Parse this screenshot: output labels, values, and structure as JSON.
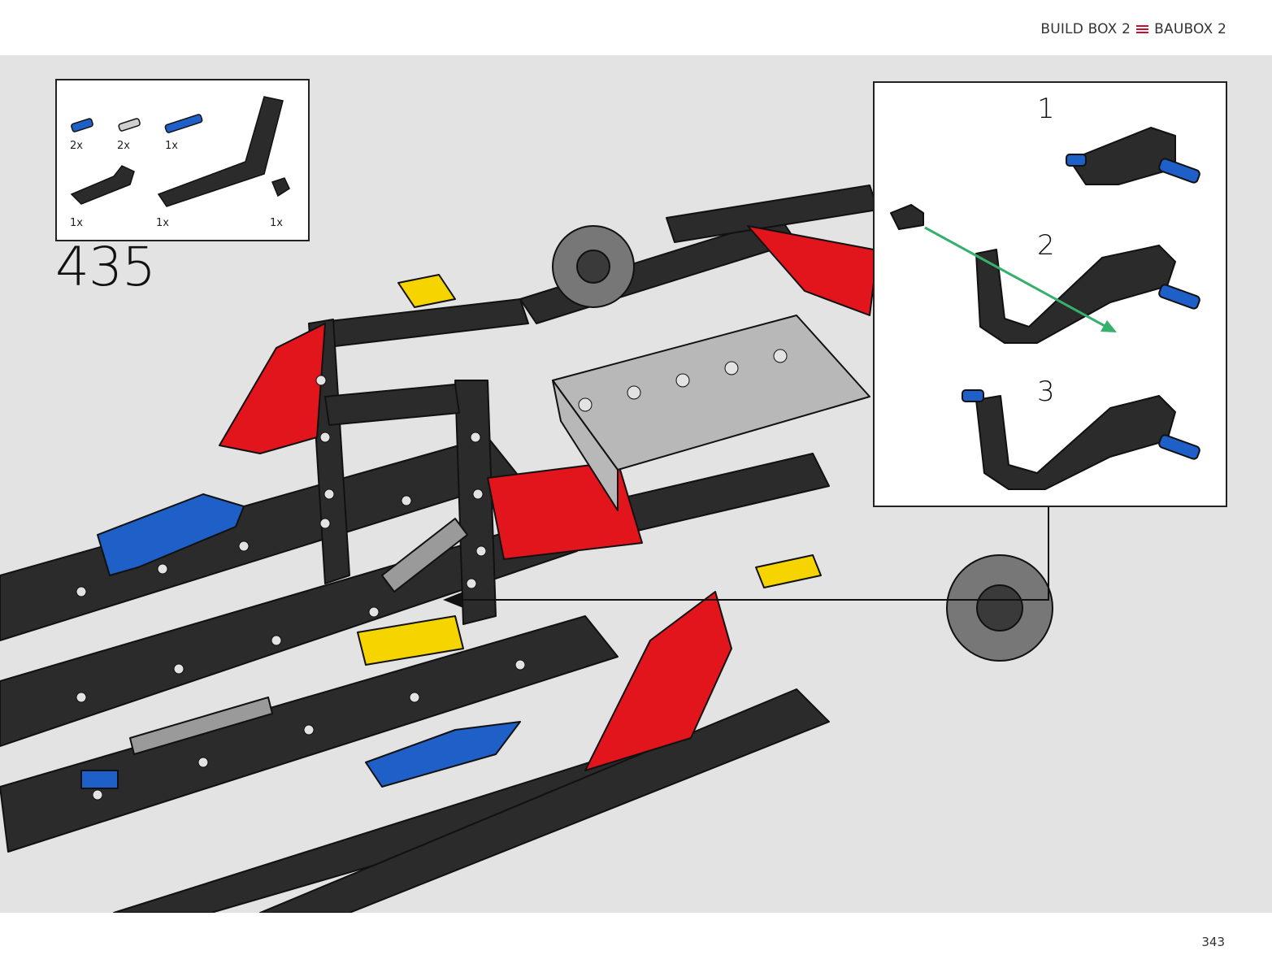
{
  "header": {
    "build_box_en": "BUILD BOX 2",
    "build_box_de": "BAUBOX 2",
    "separator_icon": "hamburger-icon",
    "accent_color": "#c8102e"
  },
  "step": {
    "number": "435"
  },
  "parts_list": [
    {
      "quantity": "2x",
      "icon": "blue-pin-icon"
    },
    {
      "quantity": "2x",
      "icon": "gray-axle-pin-icon"
    },
    {
      "quantity": "1x",
      "icon": "blue-long-pin-icon"
    },
    {
      "quantity": "1x",
      "icon": "black-l-beam-icon"
    },
    {
      "quantity": "1x",
      "icon": "black-bent-beam-icon"
    },
    {
      "quantity": "1x",
      "icon": "black-connector-icon"
    }
  ],
  "callout": {
    "sub_steps": [
      "1",
      "2",
      "3"
    ]
  },
  "page": {
    "number": "343"
  },
  "colors": {
    "background": "#e3e3e3",
    "beam_dark": "#2b2b2b",
    "beam_red": "#e2141c",
    "pin_blue": "#1e5fc8",
    "part_yellow": "#f5d400",
    "guide_green": "#36b06a"
  }
}
